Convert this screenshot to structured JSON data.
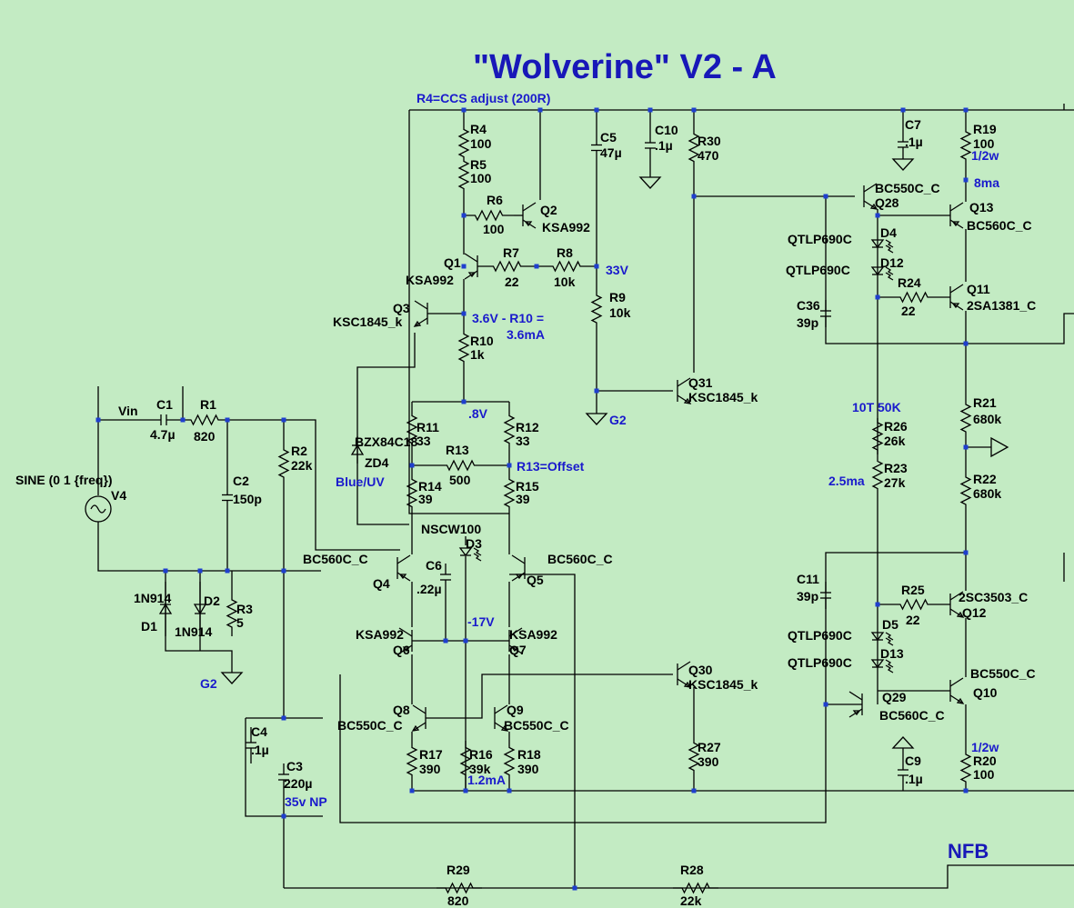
{
  "title": "\"Wolverine\" V2 - A",
  "notes": {
    "ccs_adjust": "R4=CCS adjust (200R)",
    "v_33": "33V",
    "r10_note_1": "3.6V - R10 =",
    "r10_note_2": "3.6mA",
    "v_08": ".8V",
    "r13_note": "R13=Offset",
    "v_neg17": "-17V",
    "ma_12": "1.2mA",
    "ma_8": "8ma",
    "w_half_1": "1/2w",
    "w_half_2": "1/2w",
    "turns": "10T 50K",
    "ma_25": "2.5ma",
    "cap_rating": "35v NP",
    "blue_uv": "Blue/UV",
    "g2_left": "G2",
    "g2_mid": "G2",
    "nfb": "NFB",
    "vin": "Vin"
  },
  "labels": {
    "R4": "R4",
    "R4v": "100",
    "R5": "R5",
    "R5v": "100",
    "R6": "R6",
    "R6v": "100",
    "Q2": "Q2",
    "Q2p": "KSA992",
    "Q1": "Q1",
    "Q1p": "KSA992",
    "R7": "R7",
    "R7v": "22",
    "R8": "R8",
    "R8v": "10k",
    "R9": "R9",
    "R9v": "10k",
    "Q3": "Q3",
    "Q3p": "KSC1845_k",
    "R10": "R10",
    "R10v": "1k",
    "C5": "C5",
    "C5v": "47µ",
    "C10": "C10",
    "C10v": ".1µ",
    "R30": "R30",
    "R30v": "470",
    "C7": "C7",
    "C7v": ".1µ",
    "R19": "R19",
    "R19v": "100",
    "Q28p": "BC550C_C",
    "Q28": "Q28",
    "Q13": "Q13",
    "Q13p": "BC560C_C",
    "D4p": "QTLP690C",
    "D4": "D4",
    "D12p": "QTLP690C",
    "D12": "D12",
    "R24": "R24",
    "R24v": "22",
    "Q11": "Q11",
    "Q11p": "2SA1381_C",
    "C36": "C36",
    "C36v": "39p",
    "Q31": "Q31",
    "Q31p": "KSC1845_k",
    "R21": "R21",
    "R21v": "680k",
    "R26": "R26",
    "R26v": "26k",
    "R23": "R23",
    "R23v": "27k",
    "R22": "R22",
    "R22v": "680k",
    "R11": "R11",
    "R11v": "33",
    "R12": "R12",
    "R12v": "33",
    "ZD4p": "BZX84C18",
    "ZD4": "ZD4",
    "R13": "R13",
    "R13v": "500",
    "R14": "R14",
    "R14v": "39",
    "R15": "R15",
    "R15v": "39",
    "D3p": "NSCW100",
    "D3": "D3",
    "C6": "C6",
    "C6v": ".22µ",
    "Q4p": "BC560C_C",
    "Q4": "Q4",
    "Q5p": "BC560C_C",
    "Q5": "Q5",
    "Q6p": "KSA992",
    "Q6": "Q6",
    "Q7p": "KSA992",
    "Q7": "Q7",
    "Q8": "Q8",
    "Q8p": "BC550C_C",
    "Q9": "Q9",
    "Q9p": "BC550C_C",
    "R17": "R17",
    "R17v": "390",
    "R16": "R16",
    "R16v": "39k",
    "R18": "R18",
    "R18v": "390",
    "Q30": "Q30",
    "Q30p": "KSC1845_k",
    "R27": "R27",
    "R27v": "390",
    "C11": "C11",
    "C11v": "39p",
    "R25": "R25",
    "R25v": "22",
    "Q12p": "2SC3503_C",
    "Q12": "Q12",
    "D5p": "QTLP690C",
    "D5": "D5",
    "D13p": "QTLP690C",
    "D13": "D13",
    "Q10p": "BC550C_C",
    "Q10": "Q10",
    "Q29": "Q29",
    "Q29p": "BC560C_C",
    "C9": "C9",
    "C9v": ".1µ",
    "R20": "R20",
    "R20v": "100",
    "C1": "C1",
    "C1v": "4.7µ",
    "R1": "R1",
    "R1v": "820",
    "V4p": "SINE (0 1 {freq})",
    "V4": "V4",
    "C2": "C2",
    "C2v": "150p",
    "R2": "R2",
    "R2v": "22k",
    "D1p": "1N914",
    "D1": "D1",
    "D2": "D2",
    "D2p": "1N914",
    "R3": "R3",
    "R3v": "5",
    "C4": "C4",
    "C4v": ".1µ",
    "C3": "C3",
    "C3v": "220µ",
    "R29": "R29",
    "R29v": "820",
    "R28": "R28",
    "R28v": "22k"
  },
  "colors": {
    "background": "#c3ebc3",
    "wire": "#000000",
    "annotation": "#1a1acc",
    "junction": "#1f3fcf"
  }
}
